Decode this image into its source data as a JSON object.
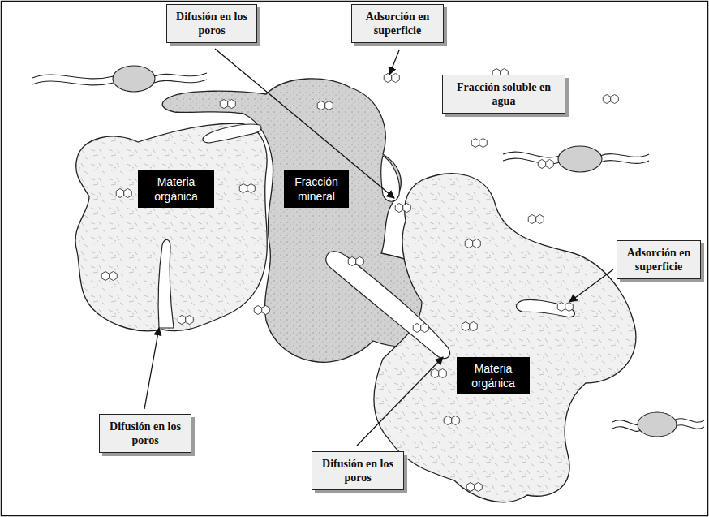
{
  "diagram": {
    "nodes": [
      {
        "text": [
          "Difusión en los poros"
        ]
      },
      {
        "text": [
          "Adsorción en superficie"
        ]
      },
      {
        "text": [
          "Fracción soluble en agua"
        ]
      },
      {
        "text": [
          "Materia orgánica"
        ]
      },
      {
        "text": [
          "Fracción mineral"
        ]
      },
      {
        "text": [
          "Adsorción en superficie"
        ]
      },
      {
        "text": [
          "Materia orgánica"
        ]
      },
      {
        "text": [
          "Difusión en los poros"
        ]
      },
      {
        "text": [
          "Difusión en los poros"
        ]
      }
    ]
  }
}
